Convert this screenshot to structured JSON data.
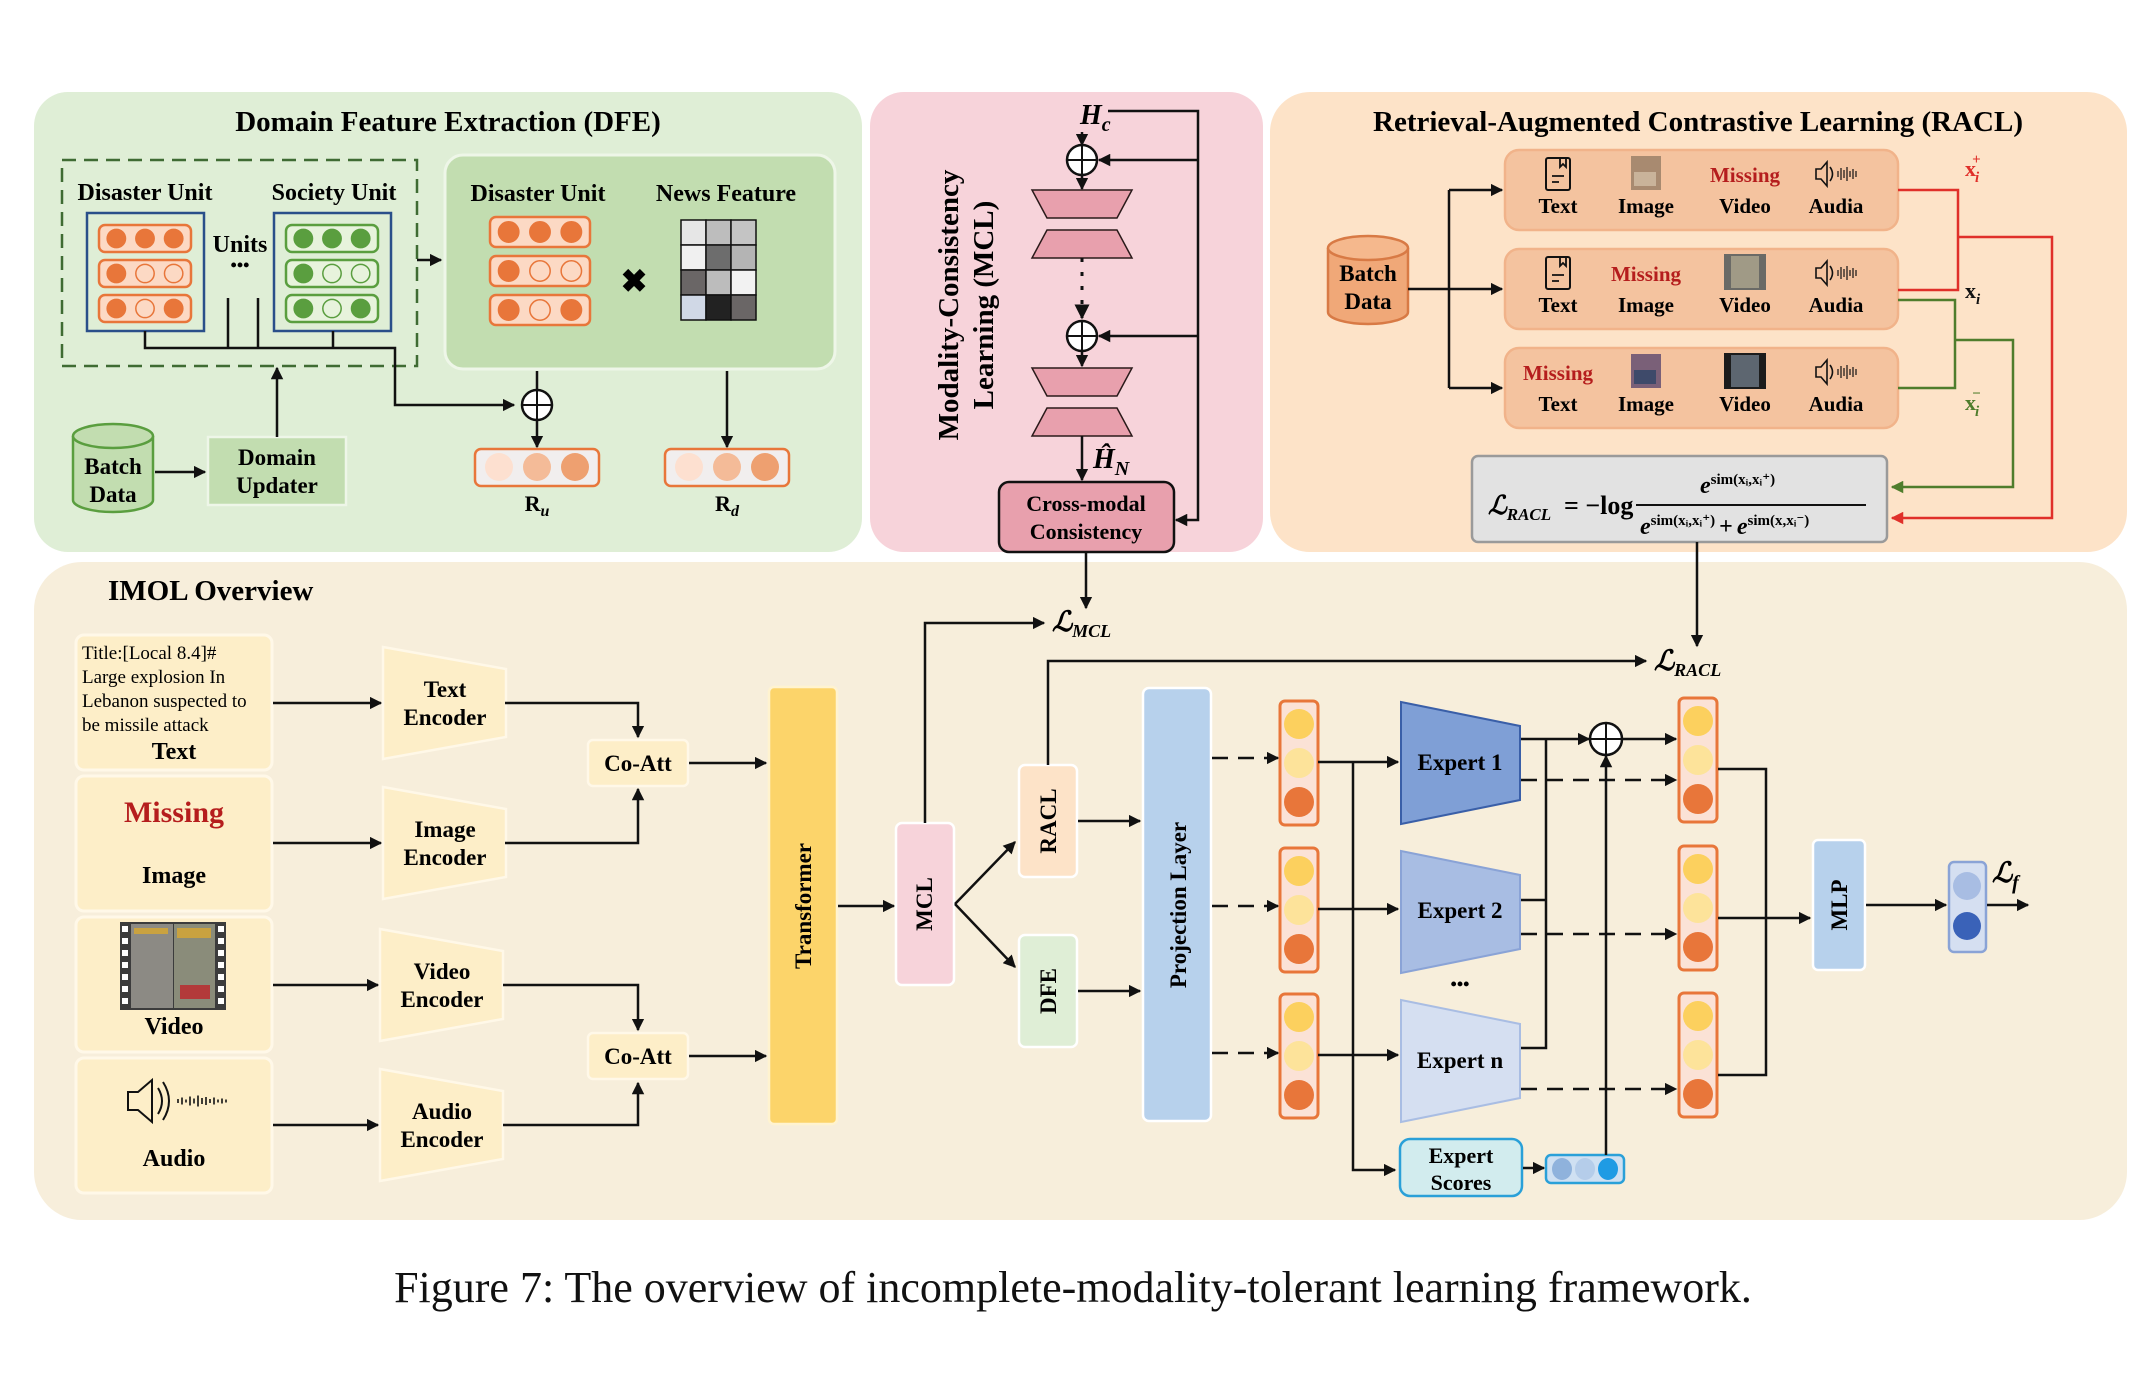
{
  "figure": {
    "caption": "Figure 7: The overview of incomplete-modality-tolerant learning framework."
  },
  "colors": {
    "dfe_panel": "#dfeed6",
    "dfe_inner": "#c2ddb0",
    "mcl_panel": "#f7d3da",
    "mcl_block": "#e8a0ad",
    "racl_panel": "#fde3c8",
    "racl_row": "#f4c39f",
    "overview_panel": "#f7eedb",
    "input_box": "#fdeec8",
    "transformer": "#fcd46a",
    "projection": "#b7d1ec",
    "orange": "#e8763a",
    "green_dot": "#5a9e3f",
    "missing_red": "#b51d1d",
    "pos_red": "#e0302a",
    "neg_green": "#4f7d2c"
  },
  "dfe": {
    "title": "Domain Feature Extraction (DFE)",
    "disaster_unit": "Disaster Unit",
    "society_unit": "Society Unit",
    "units_label": "Units",
    "ellipsis": "•••",
    "inner_disaster_unit": "Disaster Unit",
    "news_feature": "News Feature",
    "times": "✖",
    "batch_data": [
      "Batch",
      "Data"
    ],
    "domain_updater": [
      "Domain",
      "Updater"
    ],
    "ru": "R",
    "ru_sub": "u",
    "rd": "R",
    "rd_sub": "d",
    "news_matrix": [
      [
        "#e6e6e6",
        "#bdbdbd",
        "#c4c4c4"
      ],
      [
        "#f0f0f0",
        "#6d6d6d",
        "#b4b4b4"
      ],
      [
        "#6a6666",
        "#bcbcbc",
        "#f2f2f2"
      ],
      [
        "#d0d8e6",
        "#222222",
        "#6a6666"
      ]
    ]
  },
  "mcl": {
    "title_line1": "Modality-Consistency",
    "title_line2": "Learning (MCL)",
    "hc": "H",
    "hc_sub": "c",
    "hn": "Ĥ",
    "hn_sub": "N",
    "cross_modal": [
      "Cross-modal",
      "Consistency"
    ]
  },
  "racl": {
    "title": "Retrieval-Augmented Contrastive Learning (RACL)",
    "batch_data": [
      "Batch",
      "Data"
    ],
    "rows": [
      {
        "items": [
          {
            "label": "Text",
            "kind": "text-icon"
          },
          {
            "label": "Image",
            "kind": "image"
          },
          {
            "label": "Video",
            "kind": "missing"
          },
          {
            "label": "Audia",
            "kind": "audio-icon"
          }
        ]
      },
      {
        "items": [
          {
            "label": "Text",
            "kind": "text-icon"
          },
          {
            "label": "Image",
            "kind": "missing"
          },
          {
            "label": "Video",
            "kind": "video"
          },
          {
            "label": "Audia",
            "kind": "audio-icon"
          }
        ]
      },
      {
        "items": [
          {
            "label": "Text",
            "kind": "missing"
          },
          {
            "label": "Image",
            "kind": "image"
          },
          {
            "label": "Video",
            "kind": "video-dark"
          },
          {
            "label": "Audia",
            "kind": "audio-icon"
          }
        ]
      }
    ],
    "missing_label": "Missing",
    "x_pos": "x",
    "x_pos_sup": "+",
    "x_anchor": "x",
    "x_neg": "x",
    "x_neg_sup": "−",
    "sub_i": "i",
    "loss_lhs": "ℒ",
    "loss_lhs_sub": "RACL",
    "loss_eq": "= −log",
    "loss_num": "e",
    "loss_num_exp": "sim(xᵢ,xᵢ⁺)",
    "loss_den_a": "e",
    "loss_den_a_exp": "sim(xᵢ,xᵢ⁺)",
    "loss_plus": "+",
    "loss_den_b": "e",
    "loss_den_b_exp": "sim(x,xᵢ⁻)"
  },
  "overview": {
    "title": "IMOL Overview",
    "inputs": {
      "text_lines": [
        "Title:[Local 8.4]#",
        "Large explosion In",
        "Lebanon suspected to",
        "be missile attack"
      ],
      "text_label": "Text",
      "missing": "Missing",
      "image_label": "Image",
      "video_label": "Video",
      "audio_label": "Audio"
    },
    "encoders": [
      [
        "Text",
        "Encoder"
      ],
      [
        "Image",
        "Encoder"
      ],
      [
        "Video",
        "Encoder"
      ],
      [
        "Audio",
        "Encoder"
      ]
    ],
    "co_att": "Co-Att",
    "transformer": "Transformer",
    "mcl": "MCL",
    "racl": "RACL",
    "dfe": "DFE",
    "projection": "Projection Layer",
    "experts": [
      "Expert 1",
      "Expert 2",
      "Expert n"
    ],
    "experts_ellipsis": "•••",
    "expert_scores": [
      "Expert",
      "Scores"
    ],
    "mlp": "MLP",
    "loss_mcl": "ℒ",
    "loss_mcl_sub": "MCL",
    "loss_racl": "ℒ",
    "loss_racl_sub": "RACL",
    "loss_f": "ℒ",
    "loss_f_sub": "f"
  }
}
